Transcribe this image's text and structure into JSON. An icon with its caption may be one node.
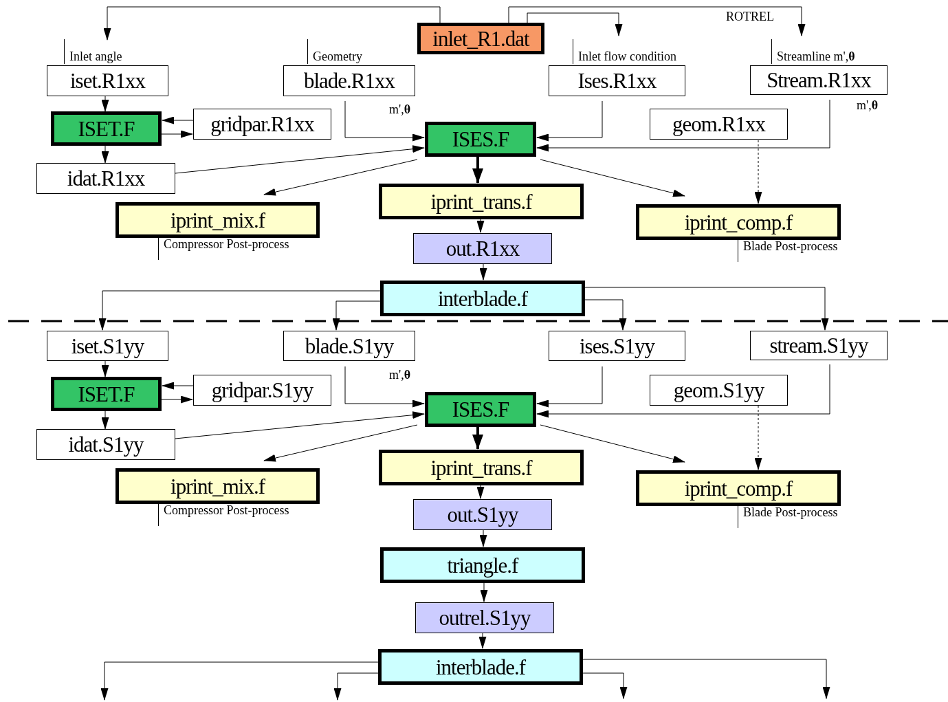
{
  "diagram": {
    "nodes": [
      {
        "text": [
          "inlet_R1.dat"
        ]
      },
      {
        "text": [
          "iset.R1xx"
        ],
        "beside": [
          "Inlet angle"
        ]
      },
      {
        "text": [
          "blade.R1xx"
        ],
        "beside": [
          "Geometry"
        ]
      },
      {
        "text": [
          "Ises.R1xx"
        ],
        "beside": [
          "Inlet flow condition"
        ]
      },
      {
        "text": [
          "Stream.R1xx"
        ],
        "beside": [
          "Streamline  m',**θ**"
        ]
      },
      {
        "text": [
          "ISET.F"
        ]
      },
      {
        "text": [
          "gridpar.R1xx"
        ]
      },
      {
        "text": [
          "ISES.F"
        ]
      },
      {
        "text": [
          "geom.R1xx"
        ]
      },
      {
        "text": [
          "idat.R1xx"
        ]
      },
      {
        "text": [
          "iprint_mix.f"
        ],
        "beside": [
          "Compressor Post-process"
        ]
      },
      {
        "text": [
          "iprint_trans.f"
        ]
      },
      {
        "text": [
          "iprint_comp.f"
        ],
        "beside": [
          "Blade Post-process"
        ]
      },
      {
        "text": [
          "out.R1xx"
        ]
      },
      {
        "text": [
          "interblade.f"
        ]
      },
      {
        "text": [
          "iset.S1yy"
        ]
      },
      {
        "text": [
          "blade.S1yy"
        ]
      },
      {
        "text": [
          "ises.S1yy"
        ]
      },
      {
        "text": [
          "stream.S1yy"
        ]
      },
      {
        "text": [
          "ISET.F"
        ]
      },
      {
        "text": [
          "gridpar.S1yy"
        ]
      },
      {
        "text": [
          "ISES.F"
        ]
      },
      {
        "text": [
          "geom.S1yy"
        ]
      },
      {
        "text": [
          "idat.S1yy"
        ]
      },
      {
        "text": [
          "iprint_mix.f"
        ],
        "beside": [
          "Compressor Post-process"
        ]
      },
      {
        "text": [
          "iprint_trans.f"
        ]
      },
      {
        "text": [
          "iprint_comp.f"
        ],
        "beside": [
          "Blade Post-process"
        ]
      },
      {
        "text": [
          "out.S1yy"
        ]
      },
      {
        "text": [
          "triangle.f"
        ]
      },
      {
        "text": [
          "outrel.S1yy"
        ]
      },
      {
        "text": [
          "interblade.f"
        ]
      }
    ],
    "edges": [
      {
        "from": 0,
        "to": 1,
        "arrow": "to"
      },
      {
        "from": 0,
        "to": 3,
        "arrow": "to"
      },
      {
        "from": 0,
        "to": 4,
        "arrow": "to",
        "label": "ROTREL"
      },
      {
        "from": 1,
        "to": 5,
        "arrow": "to"
      },
      {
        "from": 6,
        "to": 5,
        "arrow": "to"
      },
      {
        "from": 5,
        "to": 6,
        "arrow": "to"
      },
      {
        "from": 5,
        "to": 9,
        "arrow": "to"
      },
      {
        "from": 2,
        "to": 7,
        "arrow": "to",
        "label": "m',**θ**"
      },
      {
        "from": 3,
        "to": 7,
        "arrow": "to"
      },
      {
        "from": 4,
        "to": 7,
        "arrow": "to",
        "label": "m',**θ**"
      },
      {
        "from": 9,
        "to": 7,
        "arrow": "to"
      },
      {
        "from": 7,
        "to": 10,
        "arrow": "to"
      },
      {
        "from": 7,
        "to": 11,
        "arrow": "to",
        "style": "thick"
      },
      {
        "from": 7,
        "to": 12,
        "arrow": "to"
      },
      {
        "from": 8,
        "to": 12,
        "arrow": "to",
        "style": "dashed"
      },
      {
        "from": 11,
        "to": 13,
        "arrow": "to"
      },
      {
        "from": 13,
        "to": 14,
        "arrow": "to"
      },
      {
        "from": 14,
        "to": 15,
        "arrow": "to"
      },
      {
        "from": 14,
        "to": 16,
        "arrow": "to"
      },
      {
        "from": 14,
        "to": 17,
        "arrow": "to"
      },
      {
        "from": 14,
        "to": 18,
        "arrow": "to"
      },
      {
        "from": 15,
        "to": 19,
        "arrow": "to"
      },
      {
        "from": 20,
        "to": 19,
        "arrow": "to"
      },
      {
        "from": 19,
        "to": 20,
        "arrow": "to"
      },
      {
        "from": 19,
        "to": 23,
        "arrow": "to"
      },
      {
        "from": 16,
        "to": 21,
        "arrow": "to",
        "label": "m',**θ**"
      },
      {
        "from": 17,
        "to": 21,
        "arrow": "to"
      },
      {
        "from": 18,
        "to": 21,
        "arrow": "to"
      },
      {
        "from": 23,
        "to": 21,
        "arrow": "to"
      },
      {
        "from": 21,
        "to": 24,
        "arrow": "to"
      },
      {
        "from": 21,
        "to": 25,
        "arrow": "to",
        "style": "thick"
      },
      {
        "from": 21,
        "to": 26,
        "arrow": "to"
      },
      {
        "from": 22,
        "to": 26,
        "arrow": "to",
        "style": "dashed"
      },
      {
        "from": 25,
        "to": 27,
        "arrow": "to"
      },
      {
        "from": 27,
        "to": 28,
        "arrow": "to"
      },
      {
        "from": 28,
        "to": 29,
        "arrow": "to"
      },
      {
        "from": 29,
        "to": 30,
        "arrow": "to"
      },
      {
        "from": 30,
        "to": null,
        "arrow": "to"
      },
      {
        "from": 30,
        "to": null,
        "arrow": "to"
      },
      {
        "from": 30,
        "to": null,
        "arrow": "to"
      },
      {
        "from": 30,
        "to": null,
        "arrow": "to"
      }
    ]
  }
}
